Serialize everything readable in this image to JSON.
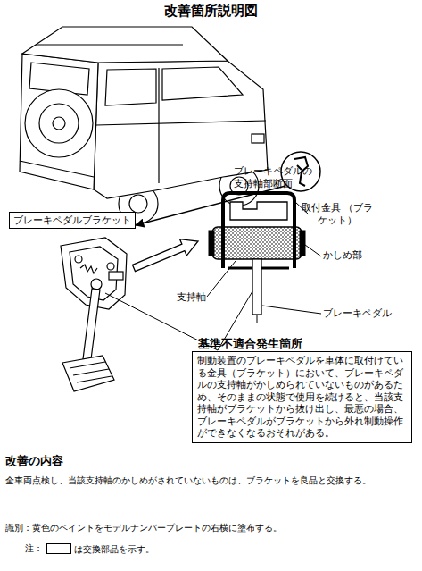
{
  "diagram": {
    "title": "改善箇所説明図",
    "nodes": [
      {
        "text": [
          "ブレーキペダルブラケット"
        ]
      },
      {
        "text": [
          "基準不適合発生箇所",
          "制動装置のブレーキペダルを車体に取付けている金具（ブラケット）において、ブレーキペダルの支持軸がかしめられていないものがあるため、そのままの状態で使用を続けると、当該支持軸がブラケットから抜け出し、最悪の場合、ブレーキペダルがブラケットから外れ制動操作ができなくなるおそれがある。"
        ]
      }
    ],
    "labels": [
      "ブレーキペダルの 支持軸部断面",
      "取付金具 （ブラケット）",
      "かしめ部",
      "支持軸",
      "ブレーキペダル",
      "改善の内容",
      "全車両点検し、当該支持軸のかしめがされていないものは、ブラケットを良品と交換する。",
      "識別：黄色のペイントをモデルナンバープレートの右横に塗布する。",
      "注："
    ],
    "legend": [
      {
        "text": "は交換部品を示す。"
      }
    ]
  }
}
